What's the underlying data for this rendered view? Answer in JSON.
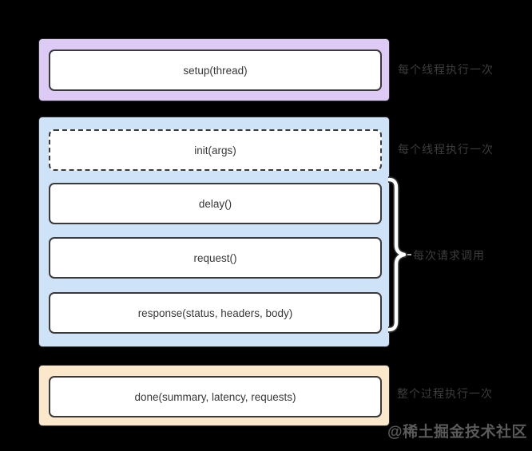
{
  "page": {
    "background": "#000000",
    "watermark": "@稀土掘金技术社区"
  },
  "colors": {
    "page_background": "#000000",
    "setup_group_fill": "#decbf5",
    "thread_group_fill": "#cfe3f8",
    "done_group_fill": "#fbe7c9",
    "box_fill": "#ffffff",
    "box_border": "#3a3a3a",
    "annotation_text": "#3d3d3d",
    "watermark_text": "#5a5a5a"
  },
  "diagram": {
    "boxes": {
      "setup": "setup(thread)",
      "init": "init(args)",
      "delay": "delay()",
      "request": "request()",
      "response": "response(status, headers, body)",
      "done": "done(summary, latency, requests)"
    },
    "annotations": {
      "setup": "每个线程执行一次",
      "init": "每个线程执行一次",
      "per_request": "每次请求调用",
      "done": "整个过程执行一次"
    }
  }
}
